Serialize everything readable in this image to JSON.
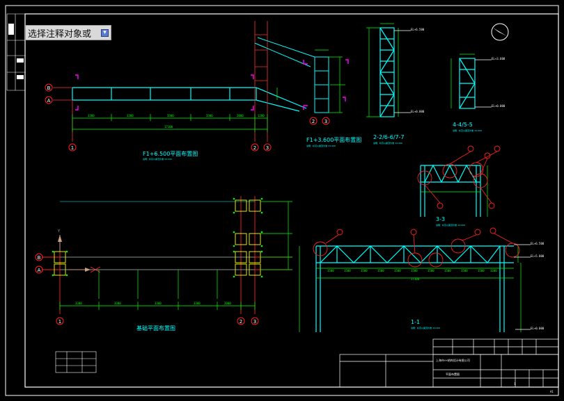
{
  "command_prompt": {
    "text": "选择注释对象或",
    "expand_icon": "down-arrow-icon"
  },
  "drawing_size": "A1",
  "grid_labels": {
    "A": "A",
    "B": "B",
    "one": "1",
    "two": "2",
    "three": "3"
  },
  "views": {
    "top_left": {
      "title": "F1+6.500平面布置图",
      "scale": "1:50"
    },
    "section_upper": {
      "title": "F1+3.600平面布置图",
      "scale": "1:50"
    },
    "section_2_2": {
      "title": "2-2/6-6/7-7",
      "scale": "1:50"
    },
    "section_4_4": {
      "title": "4-4/5-5",
      "scale": "1:50"
    },
    "section_3_3": {
      "title": "3-3",
      "scale": "1:50"
    },
    "section_1_1": {
      "title": "1-1",
      "scale": "1:50"
    },
    "bottom_left": {
      "title": "基础平面布置图",
      "scale": "1:50"
    }
  },
  "title_block": {
    "drawing_name": "平面布置图",
    "sheet_no": "1",
    "company": "上海市××结构设计有限公司"
  },
  "colors": {
    "frame": "#ffffff",
    "beam": "#00ffff",
    "dimension": "#00ff00",
    "grid_axis": "#ff0000",
    "marker": "#ff00ff",
    "elevation": "#ffffff"
  }
}
